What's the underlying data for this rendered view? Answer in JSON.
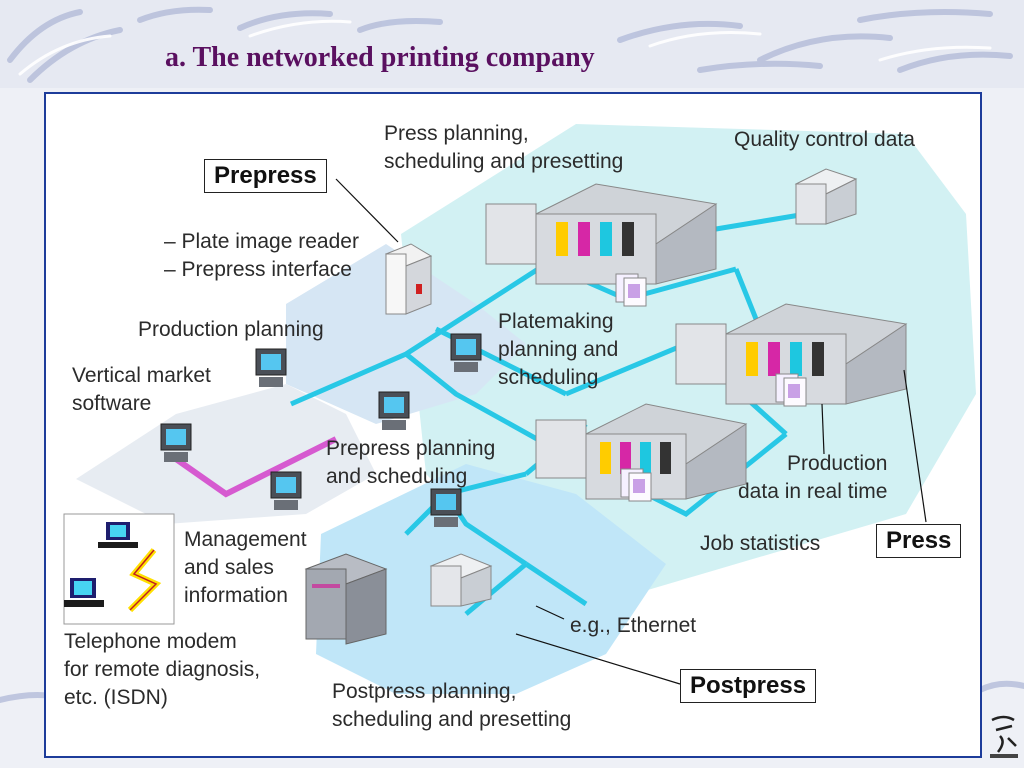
{
  "slide": {
    "title": "a. The networked printing company"
  },
  "diagram": {
    "zone_boxes": {
      "prepress": "Prepress",
      "press": "Press",
      "postpress": "Postpress"
    },
    "labels": {
      "press_planning_1": "Press planning,",
      "press_planning_2": "scheduling and presetting",
      "quality_control": "Quality control data",
      "plate_reader_1": "– Plate image reader",
      "plate_reader_2": "– Prepress interface",
      "production_planning": "Production planning",
      "platemaking_1": "Platemaking",
      "platemaking_2": "planning and",
      "platemaking_3": "scheduling",
      "vertical_market_1": "Vertical market",
      "vertical_market_2": "software",
      "prepress_planning_1": "Prepress planning",
      "prepress_planning_2": "and scheduling",
      "production_data_1": "Production",
      "production_data_2": "data in real time",
      "management_1": "Management",
      "management_2": "and sales",
      "management_3": "information",
      "job_statistics": "Job statistics",
      "ethernet": "e.g., Ethernet",
      "modem_1": "Telephone modem",
      "modem_2": "for remote diagnosis,",
      "modem_3": "etc. (ISDN)",
      "postpress_planning_1": "Postpress planning,",
      "postpress_planning_2": "scheduling and presetting"
    },
    "colors": {
      "network_line": "#28c8e6",
      "management_line": "#d65ad0",
      "modem_line": "#ffe000",
      "zone_press": "#d2f1f3",
      "zone_prepress": "#d6e6f4",
      "zone_postpress": "#c0e6f8",
      "zone_office": "#e7ecf2",
      "title": "#5a1060",
      "frame": "#1d3c9a"
    },
    "icons": [
      "press-machine-icon",
      "workstation-icon",
      "plate-reader-icon",
      "quality-scanner-icon",
      "postpress-machine-icon",
      "print-sheets-icon",
      "modem-computer-icon"
    ]
  }
}
